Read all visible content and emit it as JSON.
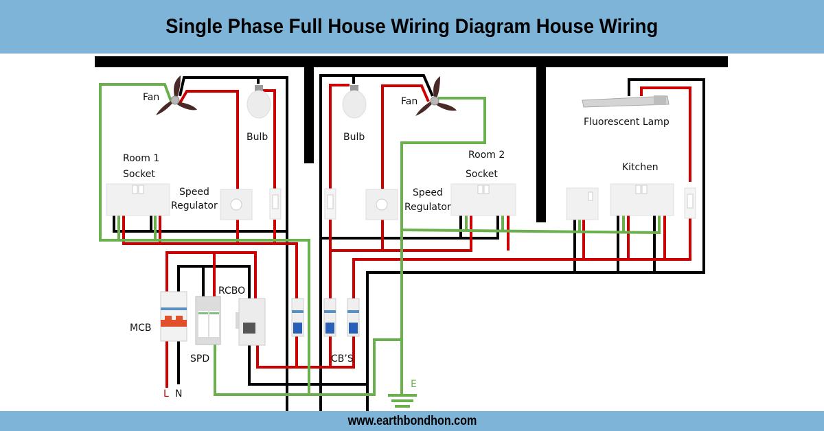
{
  "header": {
    "title": "Single Phase Full House Wiring Diagram House Wiring"
  },
  "footer": {
    "website": "www.earthbondhon.com"
  },
  "colors": {
    "banner": "#7db4d8",
    "live_wire": "#cc0000",
    "neutral_wire": "#000000",
    "earth_wire": "#6ab04c",
    "wall": "#000000"
  },
  "rooms": {
    "room1": {
      "title": "Room 1",
      "fan": "Fan",
      "bulb": "Bulb",
      "socket": "Socket",
      "regulator": "Speed\nRegulator"
    },
    "room2": {
      "title": "Room 2",
      "fan": "Fan",
      "bulb": "Bulb",
      "socket": "Socket",
      "regulator": "Speed\nRegulator"
    },
    "kitchen": {
      "title": "Kitchen",
      "lamp": "Fluorescent Lamp"
    }
  },
  "labels": {
    "room1_fan": "Fan",
    "room1_bulb": "Bulb",
    "room1_title": "Room 1",
    "room1_socket": "Socket",
    "room1_reg_1": "Speed",
    "room1_reg_2": "Regulator",
    "room2_fan": "Fan",
    "room2_bulb": "Bulb",
    "room2_title": "Room 2",
    "room2_socket": "Socket",
    "room2_reg_1": "Speed",
    "room2_reg_2": "Regulator",
    "kitchen_lamp": "Fluorescent Lamp",
    "kitchen_title": "Kitchen",
    "mcb": "MCB",
    "spd": "SPD",
    "rcbo": "RCBO",
    "cbs": "CB’S",
    "live": "L",
    "neutral": "N",
    "earth": "E"
  }
}
